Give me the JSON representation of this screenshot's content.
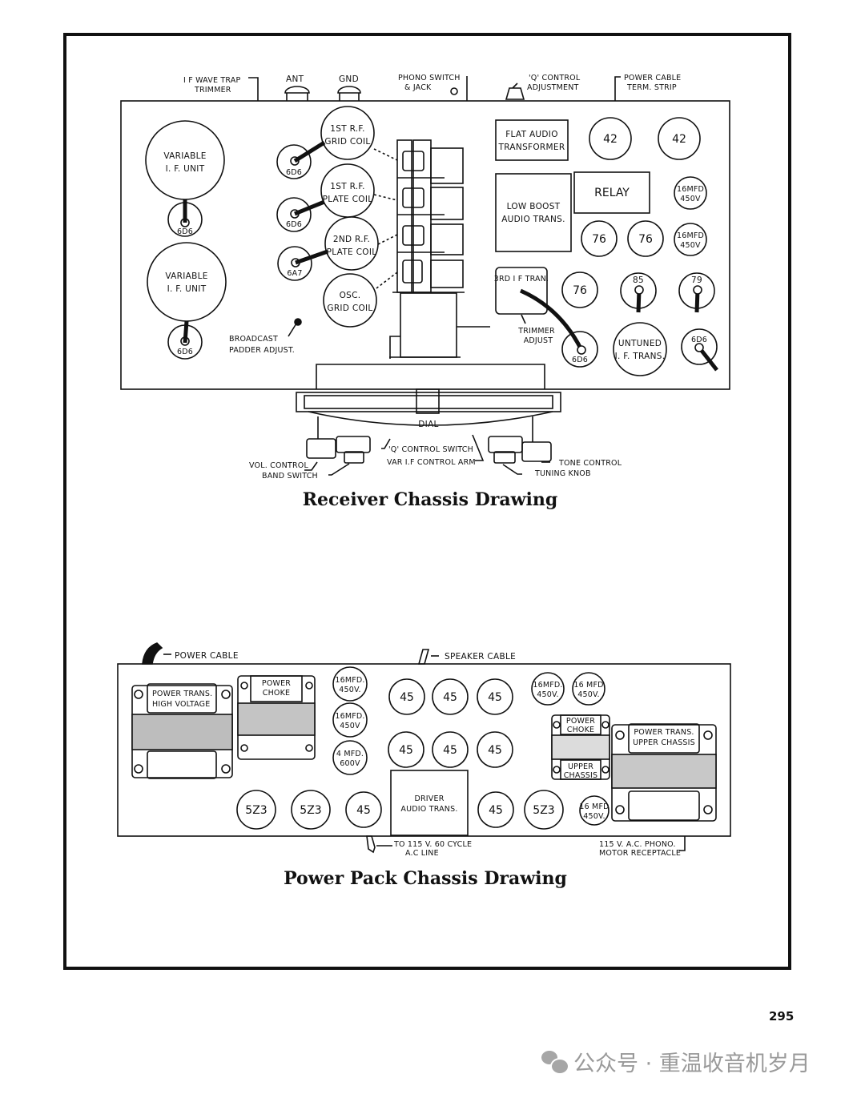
{
  "page_number": "295",
  "watermark": {
    "icon": "wechat-icon",
    "text": "公众号 · 重温收音机岁月"
  },
  "receiver": {
    "title": "Receiver Chassis Drawing",
    "top_labels": {
      "if_wave_trap": [
        "I F WAVE TRAP",
        "TRIMMER"
      ],
      "ant": "ANT",
      "gnd": "GND",
      "phono": [
        "PHONO SWITCH",
        "& JACK"
      ],
      "q_control": [
        "'Q' CONTROL",
        "ADJUSTMENT"
      ],
      "power_cable": [
        "POWER CABLE",
        "TERM. STRIP"
      ]
    },
    "if_units": [
      {
        "label": [
          "VARIABLE",
          "I. F. UNIT"
        ],
        "tube": "6D6"
      },
      {
        "label": [
          "VARIABLE",
          "I. F. UNIT"
        ],
        "tube": "6D6"
      }
    ],
    "coils": [
      {
        "label": [
          "1ST R.F.",
          "GRID COIL"
        ],
        "tube": "6D6"
      },
      {
        "label": [
          "1ST R.F.",
          "PLATE COIL"
        ],
        "tube": "6D6"
      },
      {
        "label": [
          "2ND R.F.",
          "PLATE COIL"
        ],
        "tube": "6A7"
      },
      {
        "label": [
          "OSC.",
          "GRID COIL"
        ],
        "tube": ""
      }
    ],
    "broadcast_padder": [
      "BROADCAST",
      "PADDER ADJUST."
    ],
    "flat_audio": [
      "FLAT AUDIO",
      "TRANSFORMER"
    ],
    "low_boost": [
      "LOW  BOOST",
      "AUDIO TRANS."
    ],
    "relay": "RELAY",
    "tubes_42": [
      "42",
      "42"
    ],
    "tubes_76": [
      "76",
      "76",
      "76"
    ],
    "caps": [
      [
        "16MFD",
        "450V"
      ],
      [
        "16MFD",
        "450V"
      ]
    ],
    "third_if": "3RD I F TRAN.",
    "trimmer_adjust": [
      "TRIMMER",
      "ADJUST"
    ],
    "tube_85": "85",
    "tube_79": "79",
    "tube_6d6_a": "6D6",
    "tube_6d6_b": "6D6",
    "untuned": [
      "UNTUNED",
      "I. F. TRANS."
    ],
    "dial": "DIAL",
    "bottom_labels": {
      "vol": "VOL. CONTROL",
      "band": "BAND SWITCH",
      "q_switch": "'Q' CONTROL SWITCH",
      "var_if": "VAR I.F CONTROL ARM",
      "tone": "TONE CONTROL",
      "tuning": "TUNING KNOB"
    }
  },
  "power_pack": {
    "title": "Power Pack Chassis Drawing",
    "power_cable": "POWER CABLE",
    "speaker_cable": "SPEAKER CABLE",
    "power_trans_hv": [
      "POWER TRANS.",
      "HIGH VOLTAGE"
    ],
    "power_choke_left": [
      "POWER",
      "CHOKE"
    ],
    "caps_left": [
      [
        "16MFD.",
        "450V."
      ],
      [
        "16MFD.",
        "450V"
      ],
      [
        "4 MFD.",
        "600V"
      ]
    ],
    "tubes_45_top": [
      "45",
      "45",
      "45"
    ],
    "tubes_45_mid": [
      "45",
      "45",
      "45"
    ],
    "caps_right": [
      [
        "16MFD.",
        "450V."
      ],
      [
        "16 MFD",
        "450V."
      ]
    ],
    "power_choke_right": [
      "POWER",
      "CHOKE"
    ],
    "upper_chassis": [
      "UPPER",
      "CHASSIS"
    ],
    "power_trans_upper": [
      "POWER  TRANS.",
      "UPPER  CHASSIS"
    ],
    "bottom_row": {
      "t1": "5Z3",
      "t2": "5Z3",
      "t3": "45",
      "t4": "45",
      "t5": "5Z3"
    },
    "driver": [
      "DRIVER",
      "AUDIO  TRANS."
    ],
    "cap_bottom": [
      "16 MFD",
      "450V."
    ],
    "ac_line": [
      "TO 115 V. 60 CYCLE",
      "A.C  LINE"
    ],
    "phono_motor": [
      "115 V. A.C. PHONO.",
      "MOTOR  RECEPTACLE"
    ]
  }
}
